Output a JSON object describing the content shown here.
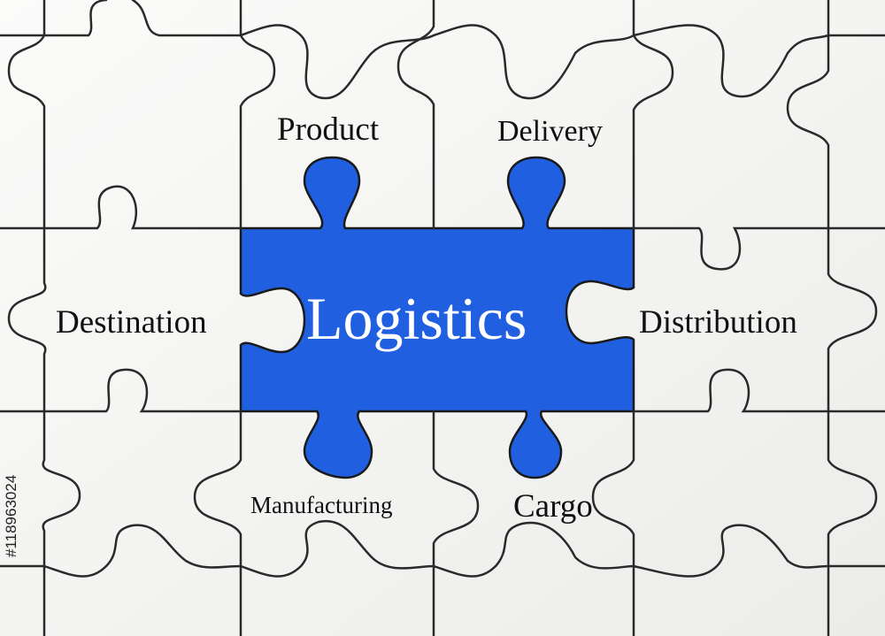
{
  "puzzle": {
    "center_word": "Logistics",
    "words": {
      "product": "Product",
      "delivery": "Delivery",
      "destination": "Destination",
      "distribution": "Distribution",
      "manufacturing": "Manufacturing",
      "cargo": "Cargo"
    },
    "stock_id": "#118963024",
    "colors": {
      "background": "#f4f4f2",
      "piece_outline": "#2a2a2a",
      "hole_blue": "#1f5fe0",
      "center_text": "#ffffff",
      "word_text": "#111111"
    }
  }
}
